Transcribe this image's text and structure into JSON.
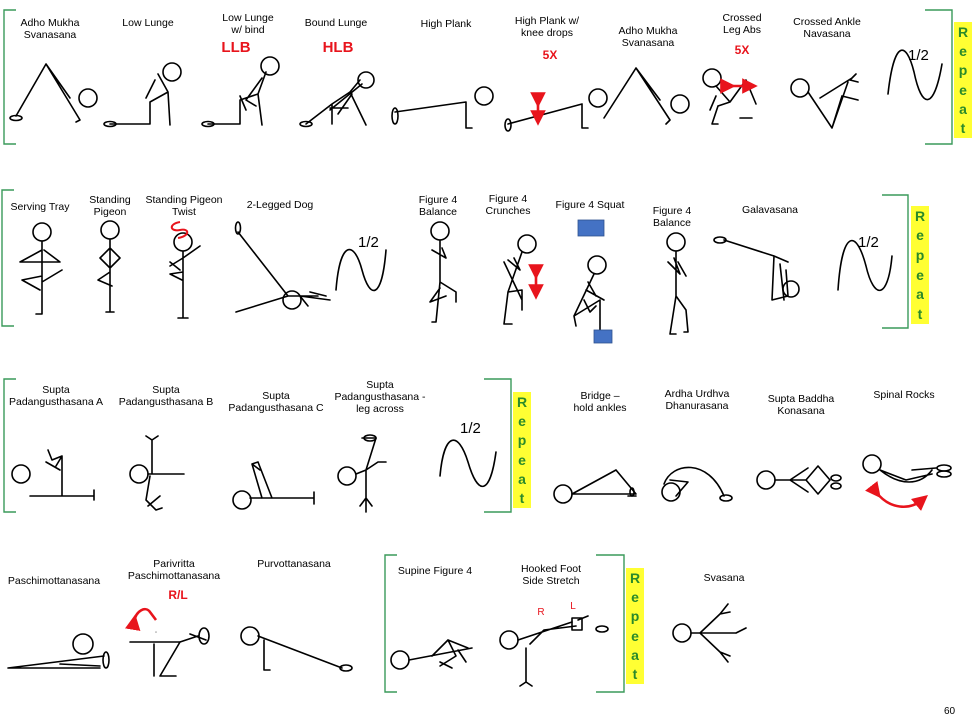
{
  "labels": {
    "r1_1": "Adho Mukha\nSvanasana",
    "r1_2": "Low Lunge",
    "r1_3": "Low Lunge\nw/ bind",
    "r1_4": "Bound Lunge",
    "r1_5": "High Plank",
    "r1_6": "High Plank w/\nknee drops",
    "r1_7": "Adho Mukha\nSvanasana",
    "r1_8": "Crossed\nLeg Abs",
    "r1_9": "Crossed Ankle\nNavasana",
    "r2_1": "Serving Tray",
    "r2_2": "Standing\nPigeon",
    "r2_3": "Standing Pigeon\nTwist",
    "r2_4": "2-Legged Dog",
    "r2_5": "Figure 4\nBalance",
    "r2_6": "Figure 4\nCrunches",
    "r2_7": "Figure 4 Squat",
    "r2_8": "Figure 4\nBalance",
    "r2_9": "Galavasana",
    "r3_1": "Supta\nPadangusthasana A",
    "r3_2": "Supta\nPadangusthasana B",
    "r3_3": "Supta\nPadangusthasana C",
    "r3_4": "Supta\nPadangusthasana -\nleg across",
    "r3_5": "Bridge –\nhold ankles",
    "r3_6": "Ardha Urdhva\nDhanurasana",
    "r3_7": "Supta Baddha\nKonasana",
    "r3_8": "Spinal Rocks",
    "r4_1": "Paschimottanasana",
    "r4_2": "Parivritta\nPaschimottanasana",
    "r4_3": "Purvottanasana",
    "r4_4": "Supine Figure 4",
    "r4_5": "Hooked Foot\nSide Stretch",
    "r4_6": "Svasana"
  },
  "red": {
    "llb": "LLB",
    "hlb": "HLB",
    "x5a": "5X",
    "x5b": "5X",
    "rl": "R/L",
    "r": "R",
    "l": "L"
  },
  "half": {
    "h1": "1/2",
    "h2": "1/2",
    "h3": "1/2",
    "h4": "1/2"
  },
  "repeat_letters": [
    "R",
    "e",
    "p",
    "e",
    "a",
    "t"
  ],
  "page_number": "60",
  "colors": {
    "repeat_bg": "#ffff33",
    "repeat_text": "#2a8a2a",
    "bracket": "#3a9a5a",
    "accent_red": "#e8141c",
    "block_blue": "#4472c4"
  }
}
